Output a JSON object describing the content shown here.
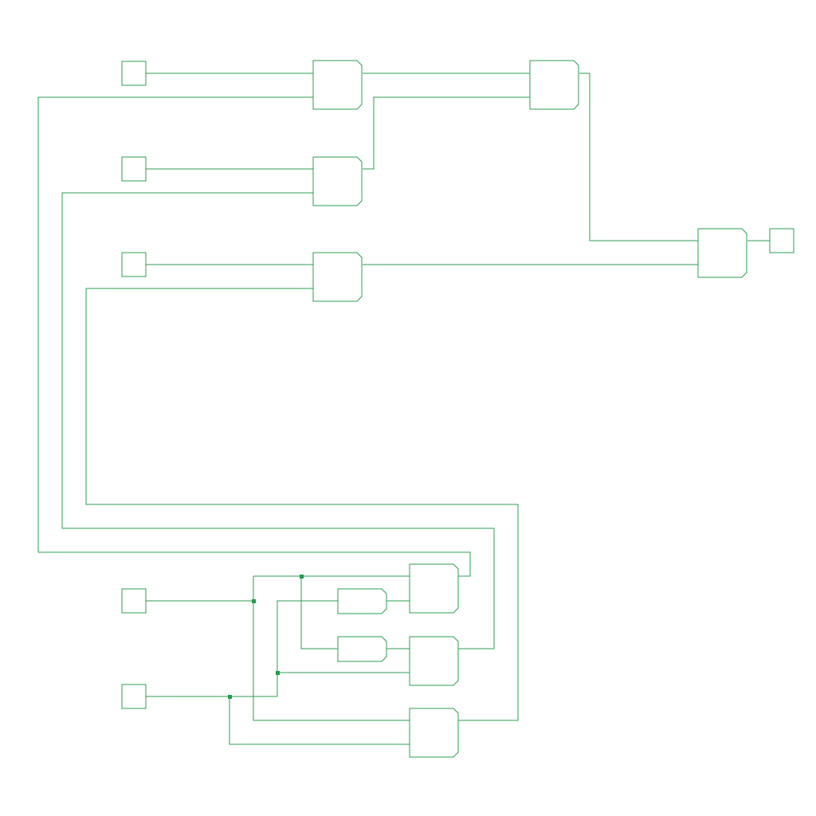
{
  "colors": {
    "wire": "#2e9e50",
    "node": "#239c4a",
    "background": "#ffffff"
  },
  "diagram": {
    "type": "logic-circuit-schematic",
    "inputs": [
      {
        "id": "in1"
      },
      {
        "id": "in2"
      },
      {
        "id": "in3"
      },
      {
        "id": "in4"
      },
      {
        "id": "in5"
      }
    ],
    "outputs": [
      {
        "id": "out1"
      }
    ],
    "gates": [
      {
        "id": "g-top-1"
      },
      {
        "id": "g-top-2"
      },
      {
        "id": "g-top-3"
      },
      {
        "id": "g-top-final"
      },
      {
        "id": "g-out"
      },
      {
        "id": "g-bot-small-1"
      },
      {
        "id": "g-bot-small-2"
      },
      {
        "id": "g-bot-1"
      },
      {
        "id": "g-bot-2"
      },
      {
        "id": "g-bot-3"
      }
    ],
    "junctions": 4
  }
}
